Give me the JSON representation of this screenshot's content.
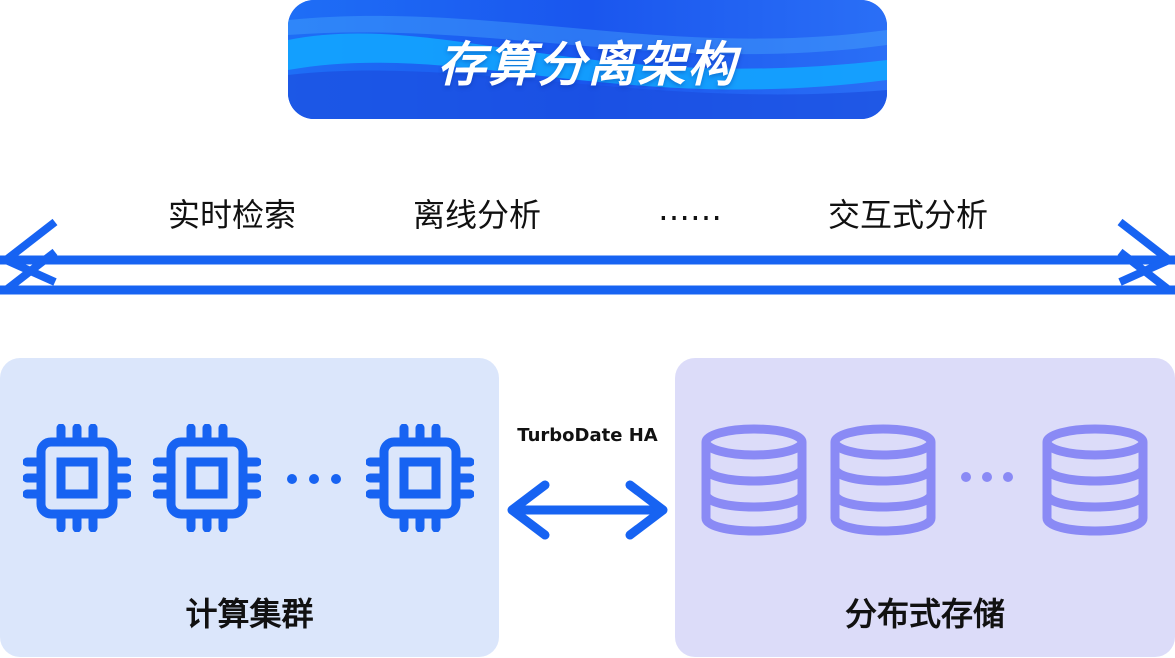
{
  "title": "存算分离架构",
  "workloads": [
    "实时检索",
    "离线分析",
    "……",
    "交互式分析"
  ],
  "compute": {
    "label": "计算集群",
    "icon": "cpu-chip-icon"
  },
  "storage": {
    "label": "分布式存储",
    "icon": "database-icon"
  },
  "link": {
    "label": "TurboDate HA"
  },
  "colors": {
    "blue": "#1763f2",
    "compute_bg": "#dbe6fb",
    "storage_bg": "#dcdcf9",
    "storage_icon": "#8a8af5"
  }
}
